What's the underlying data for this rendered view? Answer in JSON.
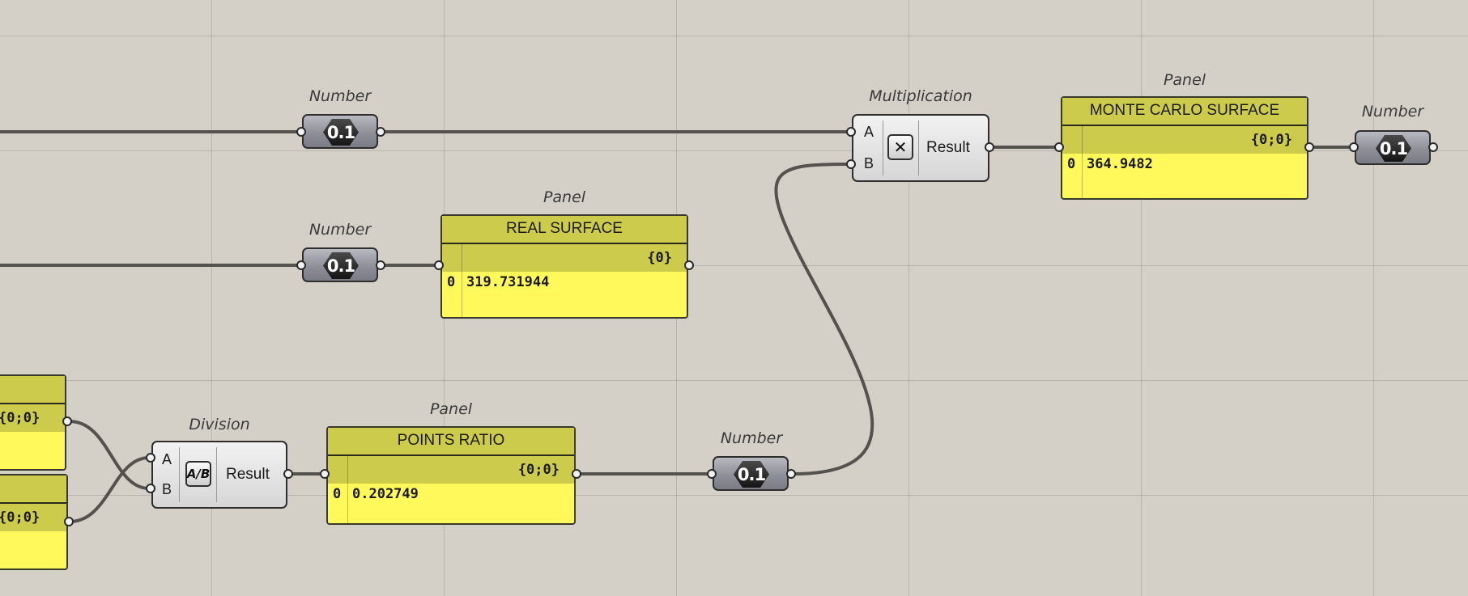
{
  "canvas": {
    "background": "#d4d0c8",
    "wire_color": "#55524e",
    "panel_fill": "#fff95c",
    "panel_header_fill": "#cdcb4c"
  },
  "nodes": {
    "number1": {
      "label": "Number",
      "icon": "0.1"
    },
    "number2": {
      "label": "Number",
      "icon": "0.1"
    },
    "number3": {
      "label": "Number",
      "icon": "0.1"
    },
    "number4": {
      "label": "Number",
      "icon": "0.1"
    },
    "multiplication": {
      "label": "Multiplication",
      "input_a": "A",
      "input_b": "B",
      "output": "Result",
      "icon": "multiply-icon"
    },
    "division": {
      "label": "Division",
      "input_a": "A",
      "input_b": "B",
      "output": "Result",
      "icon": "divide-icon"
    }
  },
  "panels": {
    "monte_carlo": {
      "label": "Panel",
      "title": "MONTE CARLO SURFACE",
      "path": "{0;0}",
      "index": "0",
      "value": "364.9482"
    },
    "real_surface": {
      "label": "Panel",
      "title": "REAL SURFACE",
      "path": "{0}",
      "index": "0",
      "value": "319.731944"
    },
    "points_ratio": {
      "label": "Panel",
      "title": "POINTS RATIO",
      "path": "{0;0}",
      "index": "0",
      "value": "0.202749"
    },
    "partial_top": {
      "path": "{0;0}"
    },
    "partial_bottom": {
      "path": "{0;0}"
    }
  }
}
